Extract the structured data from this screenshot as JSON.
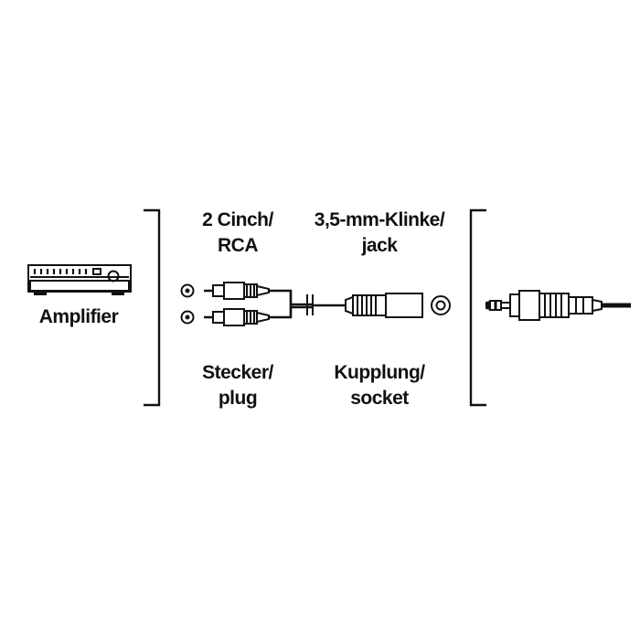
{
  "labels": {
    "amplifier": "Amplifier",
    "top_left": [
      "2 Cinch/",
      "RCA"
    ],
    "top_right": [
      "3,5-mm-Klinke/",
      "jack"
    ],
    "bottom_left": [
      "Stecker/",
      "plug"
    ],
    "bottom_right": [
      "Kupplung/",
      "socket"
    ]
  },
  "icons": {
    "device": "amplifier-icon",
    "rca_sockets": "rca-socket-icon",
    "rca_plugs": "rca-plug-icon",
    "jack_socket": "jack-coupling-icon",
    "jack_port": "jack-port-icon",
    "jack_plug": "jack-plug-icon"
  },
  "colors": {
    "line": "#111111",
    "background": "#ffffff"
  }
}
